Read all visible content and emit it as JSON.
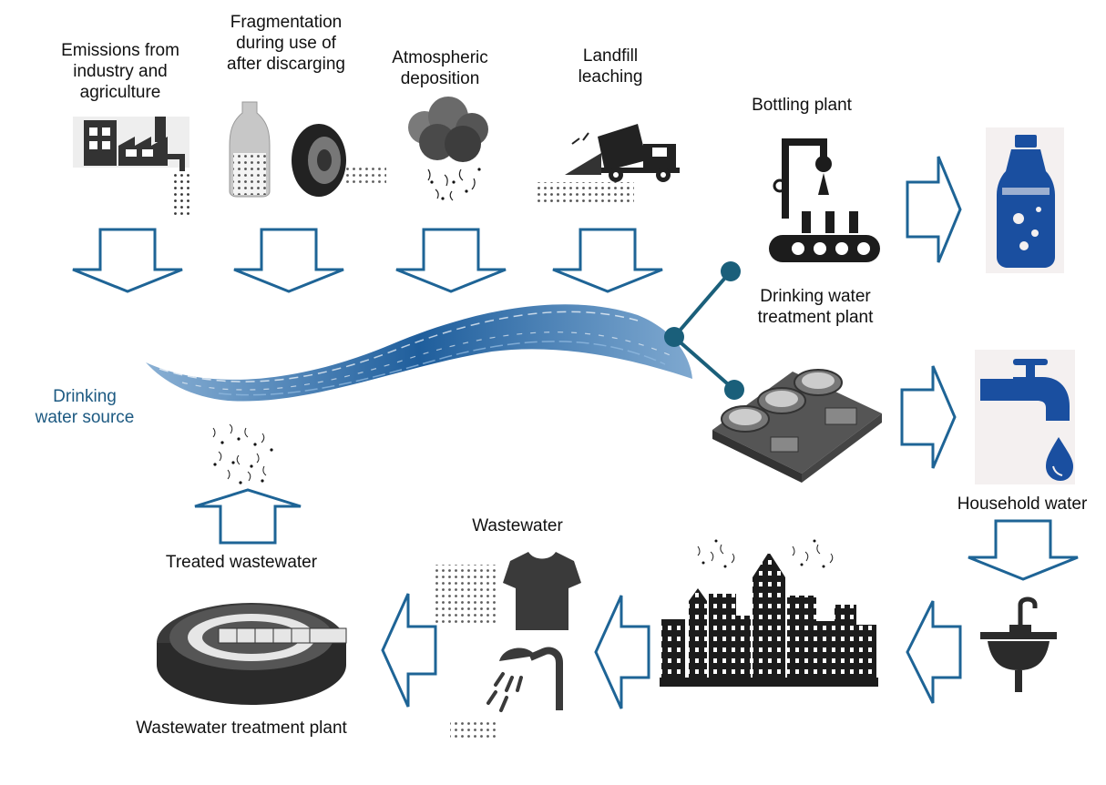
{
  "labels": {
    "emissions": [
      "Emissions from",
      "industry and",
      "agriculture"
    ],
    "fragmentation": [
      "Fragmentation",
      "during use of",
      "after discarging"
    ],
    "atmospheric": [
      "Atmospheric",
      "deposition"
    ],
    "landfill": [
      "Landfill",
      "leaching"
    ],
    "bottling": "Bottling plant",
    "treatment": [
      "Drinking water",
      "treatment plant"
    ],
    "source": [
      "Drinking",
      "water source"
    ],
    "household": "Household water",
    "wastewater": "Wastewater",
    "treated": "Treated wastewater",
    "wwtp": "Wastewater treatment plant"
  },
  "colors": {
    "arrow": "#1e6496",
    "node": "#1a5f7a",
    "river": "#1f5e9c",
    "icon_dark": "#2b2b2b",
    "icon_blue": "#1a4fa0",
    "text_blue": "#1d5a82"
  },
  "icons": [
    "factory-icon",
    "bottle-tire-icon",
    "cloud-rain-icon",
    "dump-truck-icon",
    "bottling-machine-icon",
    "water-bottle-icon",
    "treatment-plant-icon",
    "faucet-icon",
    "sink-icon",
    "city-icon",
    "tshirt-icon",
    "shower-icon",
    "wwtp-icon",
    "microplastics-icon"
  ]
}
